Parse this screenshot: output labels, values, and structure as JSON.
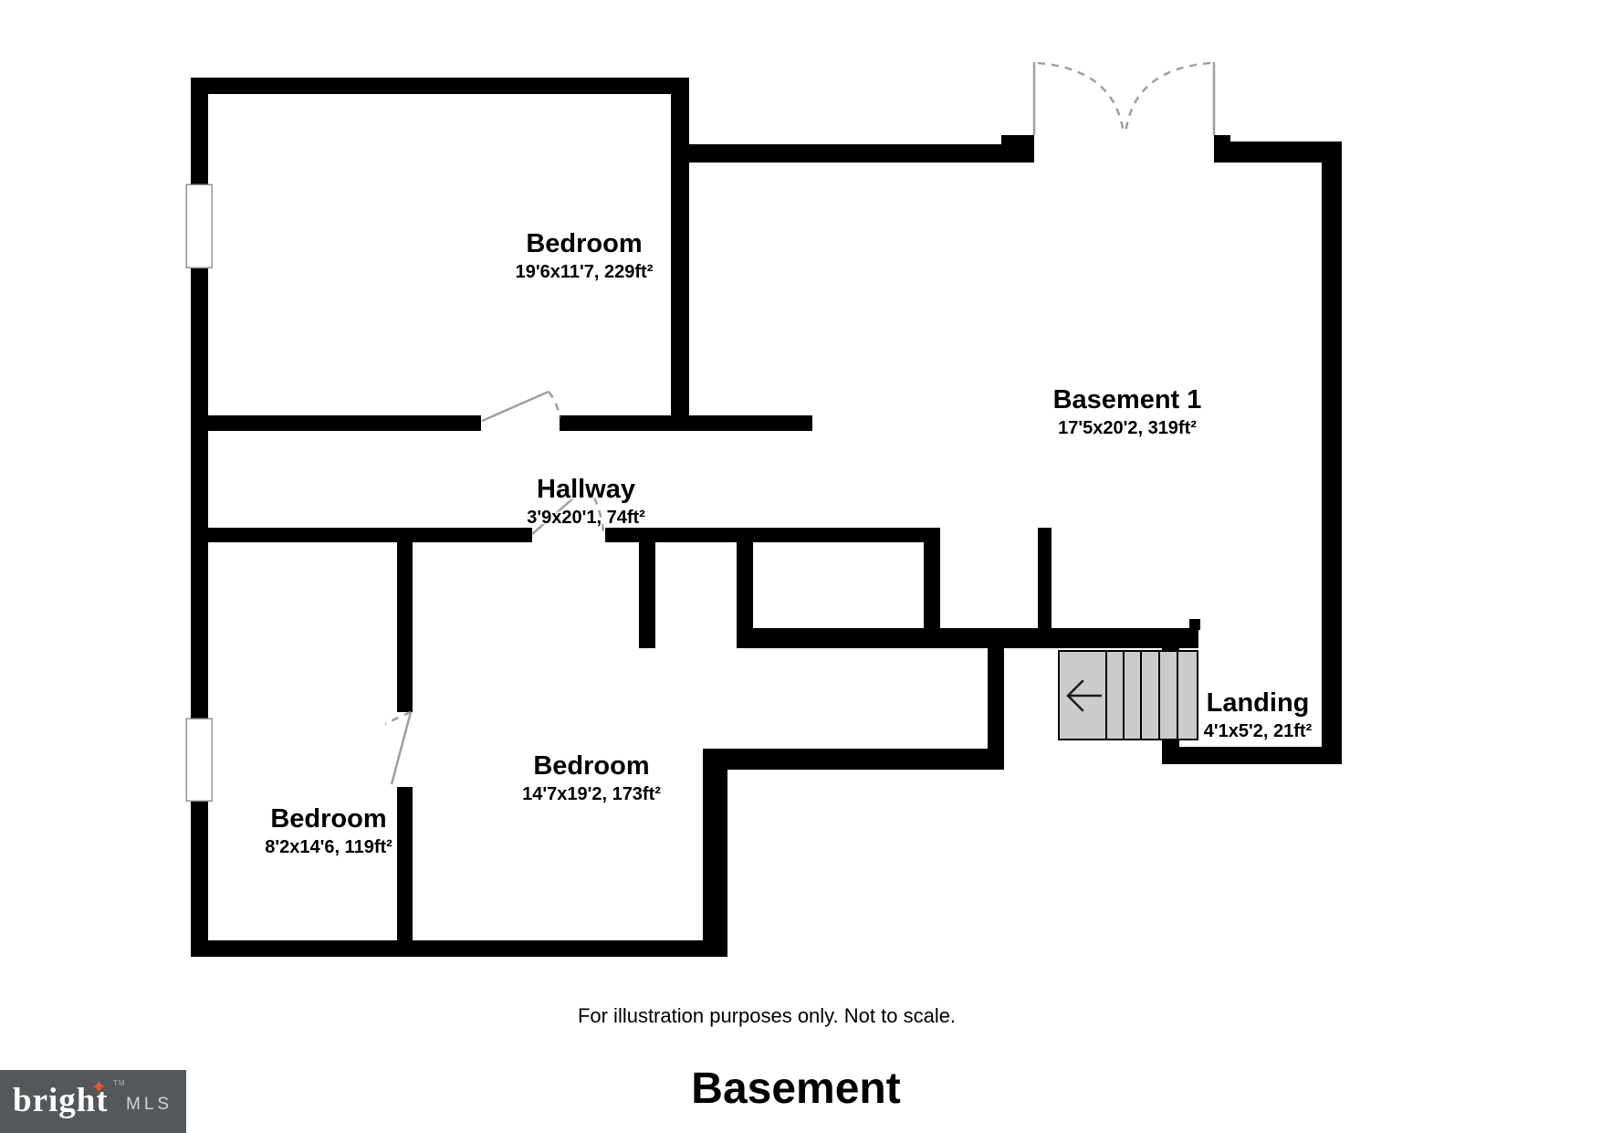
{
  "plan": {
    "rooms": [
      {
        "id": "bedroom-top",
        "name": "Bedroom",
        "dims": "19'6x11'7, 229ft²"
      },
      {
        "id": "basement-1",
        "name": "Basement 1",
        "dims": "17'5x20'2, 319ft²"
      },
      {
        "id": "hallway",
        "name": "Hallway",
        "dims": "3'9x20'1, 74ft²"
      },
      {
        "id": "bedroom-middle",
        "name": "Bedroom",
        "dims": "14'7x19'2, 173ft²"
      },
      {
        "id": "bedroom-left",
        "name": "Bedroom",
        "dims": "8'2x14'6, 119ft²"
      },
      {
        "id": "landing",
        "name": "Landing",
        "dims": "4'1x5'2, 21ft²"
      }
    ],
    "disclaimer": "For illustration purposes only. Not to scale.",
    "floor_title": "Basement"
  },
  "logo": {
    "brand": "bright",
    "suffix": "MLS",
    "tm": "TM",
    "star": "✦"
  },
  "colors": {
    "wall": "#000000",
    "stairs_fill": "#cbcbcb",
    "door_swing": "#9aa0a6",
    "logo_bg": "#54585a",
    "logo_star": "#e4572e"
  }
}
